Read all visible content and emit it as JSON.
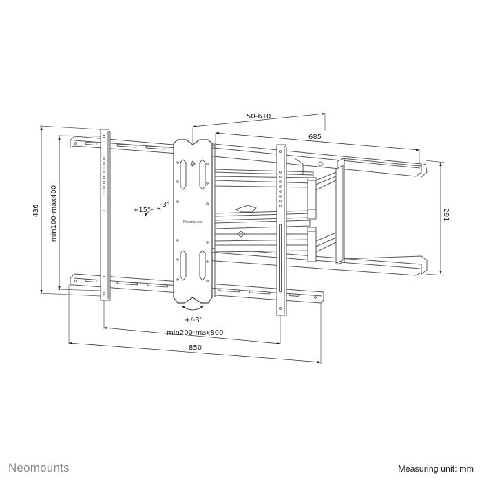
{
  "diagram": {
    "subject": "Full-motion TV wall mount",
    "plate_brand_label": "Neomounts",
    "dimensions": {
      "extension_range": "50-610",
      "max_depth": "685",
      "wall_plate_height": "291",
      "overall_height": "436",
      "vesa_vertical": "min100-max400",
      "vesa_horizontal": "min200-max800",
      "overall_width": "850"
    },
    "tilt": {
      "up": "+15°",
      "down": "-3°"
    },
    "swivel_level": "+/-3°"
  },
  "footer": {
    "brand": "Neomounts",
    "measuring_unit": "Measuring unit: mm"
  }
}
